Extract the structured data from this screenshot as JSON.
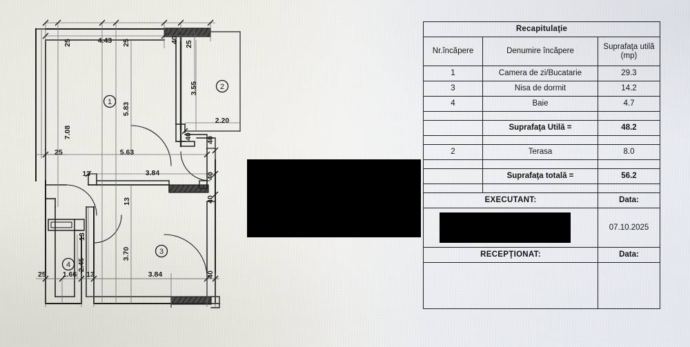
{
  "document": {
    "type": "floor-plan-with-area-table",
    "language": "ro"
  },
  "table": {
    "title": "Recapitulaţie",
    "columns": {
      "number": "Nr.încăpere",
      "name": "Denumire încăpere",
      "area_line1": "Suprafaţa utilă",
      "area_line2": "(mp)"
    },
    "rows": [
      {
        "number": "1",
        "name": "Camera de zi/Bucatarie",
        "area": "29.3"
      },
      {
        "number": "3",
        "name": "Nisa de dormit",
        "area": "14.2"
      },
      {
        "number": "4",
        "name": "Baie",
        "area": "4.7"
      }
    ],
    "useful_total": {
      "label": "Suprafaţa Utilă =",
      "value": "48.2"
    },
    "terrace": {
      "number": "2",
      "name": "Terasa",
      "area": "8.0"
    },
    "grand_total": {
      "label": "Suprafaţa totală =",
      "value": "56.2"
    },
    "executant": {
      "label": "EXECUTANT:",
      "date_label": "Data:",
      "date_value": "07.10.2025"
    },
    "receptionat": {
      "label": "RECEPŢIONAT:",
      "date_label": "Data:",
      "date_value": ""
    }
  },
  "floorplan": {
    "room_markers": [
      "1",
      "2",
      "3",
      "4"
    ],
    "dimensions": {
      "top": [
        "25",
        "4.43",
        "25",
        "40",
        "25"
      ],
      "room2": [
        "3.55",
        "2.20"
      ],
      "left": [
        "7.08",
        "25"
      ],
      "interior_vertical": [
        "5.83",
        "3.70",
        "2.45"
      ],
      "interior_horizontal": [
        "5.63",
        "3.84",
        "3.84",
        "1.66"
      ],
      "small": [
        "13",
        "13",
        "13",
        "13",
        "40",
        "40",
        "40",
        "25"
      ]
    }
  },
  "colors": {
    "ink": "#1a1a1a",
    "paper_warm": "#e9e8e0",
    "paper_cool": "#e4e8ee",
    "redaction": "#000000"
  }
}
